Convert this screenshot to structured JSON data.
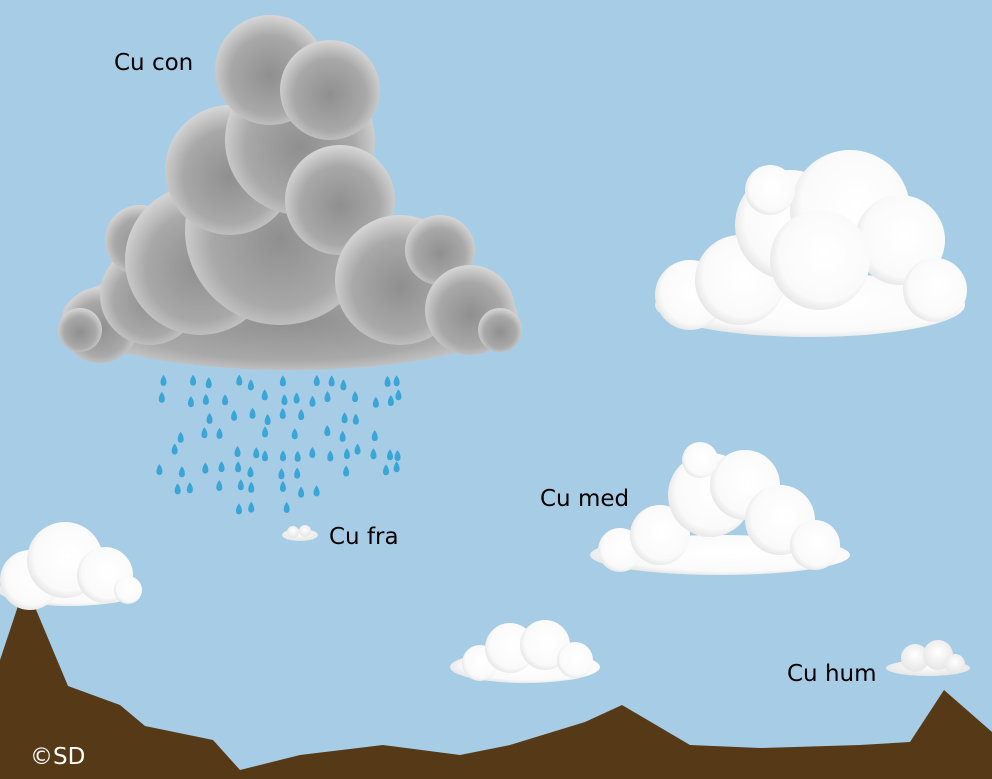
{
  "colors": {
    "sky": "#a6cce6",
    "ground": "#563a17",
    "storm_cloud": "#9e9e9e",
    "white_cloud": "#ffffff",
    "rain": "#3aa6d8"
  },
  "labels": {
    "cu_con": "Cu con",
    "cu_med": "Cu med",
    "cu_fra": "Cu fra",
    "cu_hum": "Cu hum",
    "copyright": "©SD"
  }
}
